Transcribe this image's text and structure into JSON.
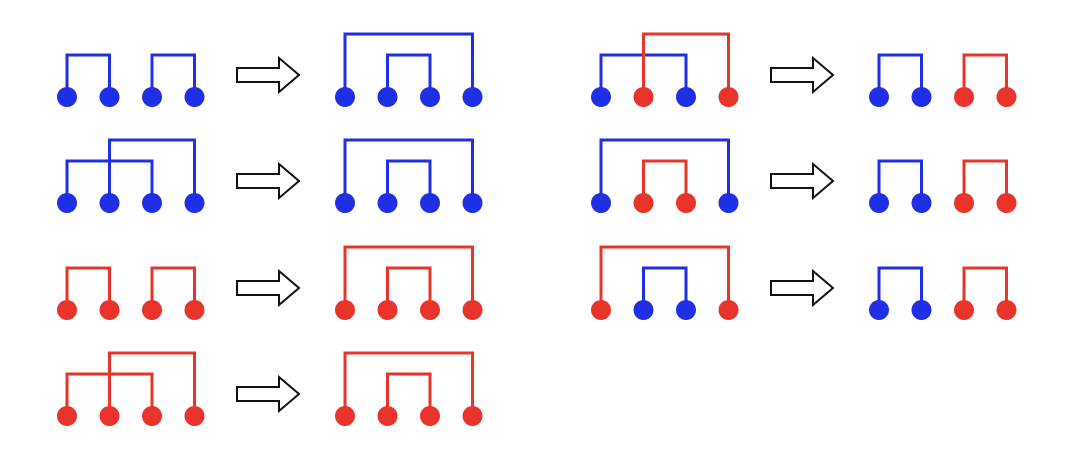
{
  "colors": {
    "blue": "#1f2fe6",
    "red": "#e8342a",
    "arrow_fill": "#ffffff",
    "arrow_stroke": "#111111",
    "background": "#ffffff"
  },
  "rules": [
    {
      "left": {
        "node_colors": [
          "blue",
          "blue",
          "blue",
          "blue"
        ],
        "arcs": [
          [
            0,
            1,
            "blue"
          ],
          [
            2,
            3,
            "blue"
          ]
        ]
      },
      "right": {
        "node_colors": [
          "blue",
          "blue",
          "blue",
          "blue"
        ],
        "arcs": [
          [
            0,
            3,
            "blue"
          ],
          [
            1,
            2,
            "blue"
          ]
        ]
      }
    },
    {
      "left": {
        "node_colors": [
          "blue",
          "blue",
          "blue",
          "blue"
        ],
        "arcs": [
          [
            0,
            2,
            "blue"
          ],
          [
            1,
            3,
            "blue"
          ]
        ]
      },
      "right": {
        "node_colors": [
          "blue",
          "blue",
          "blue",
          "blue"
        ],
        "arcs": [
          [
            0,
            3,
            "blue"
          ],
          [
            1,
            2,
            "blue"
          ]
        ]
      }
    },
    {
      "left": {
        "node_colors": [
          "red",
          "red",
          "red",
          "red"
        ],
        "arcs": [
          [
            0,
            1,
            "red"
          ],
          [
            2,
            3,
            "red"
          ]
        ]
      },
      "right": {
        "node_colors": [
          "red",
          "red",
          "red",
          "red"
        ],
        "arcs": [
          [
            0,
            3,
            "red"
          ],
          [
            1,
            2,
            "red"
          ]
        ]
      }
    },
    {
      "left": {
        "node_colors": [
          "red",
          "red",
          "red",
          "red"
        ],
        "arcs": [
          [
            0,
            2,
            "red"
          ],
          [
            1,
            3,
            "red"
          ]
        ]
      },
      "right": {
        "node_colors": [
          "red",
          "red",
          "red",
          "red"
        ],
        "arcs": [
          [
            0,
            3,
            "red"
          ],
          [
            1,
            2,
            "red"
          ]
        ]
      }
    },
    {
      "left": {
        "node_colors": [
          "blue",
          "red",
          "blue",
          "red"
        ],
        "arcs": [
          [
            0,
            2,
            "blue"
          ],
          [
            1,
            3,
            "red"
          ]
        ]
      },
      "right": {
        "node_colors": [
          "blue",
          "blue",
          "red",
          "red"
        ],
        "arcs": [
          [
            0,
            1,
            "blue"
          ],
          [
            2,
            3,
            "red"
          ]
        ]
      }
    },
    {
      "left": {
        "node_colors": [
          "blue",
          "red",
          "red",
          "blue"
        ],
        "arcs": [
          [
            0,
            3,
            "blue"
          ],
          [
            1,
            2,
            "red"
          ]
        ]
      },
      "right": {
        "node_colors": [
          "blue",
          "blue",
          "red",
          "red"
        ],
        "arcs": [
          [
            0,
            1,
            "blue"
          ],
          [
            2,
            3,
            "red"
          ]
        ]
      }
    },
    {
      "left": {
        "node_colors": [
          "red",
          "blue",
          "blue",
          "red"
        ],
        "arcs": [
          [
            0,
            3,
            "red"
          ],
          [
            1,
            2,
            "blue"
          ]
        ]
      },
      "right": {
        "node_colors": [
          "blue",
          "blue",
          "red",
          "red"
        ],
        "arcs": [
          [
            0,
            1,
            "blue"
          ],
          [
            2,
            3,
            "red"
          ]
        ]
      }
    }
  ]
}
